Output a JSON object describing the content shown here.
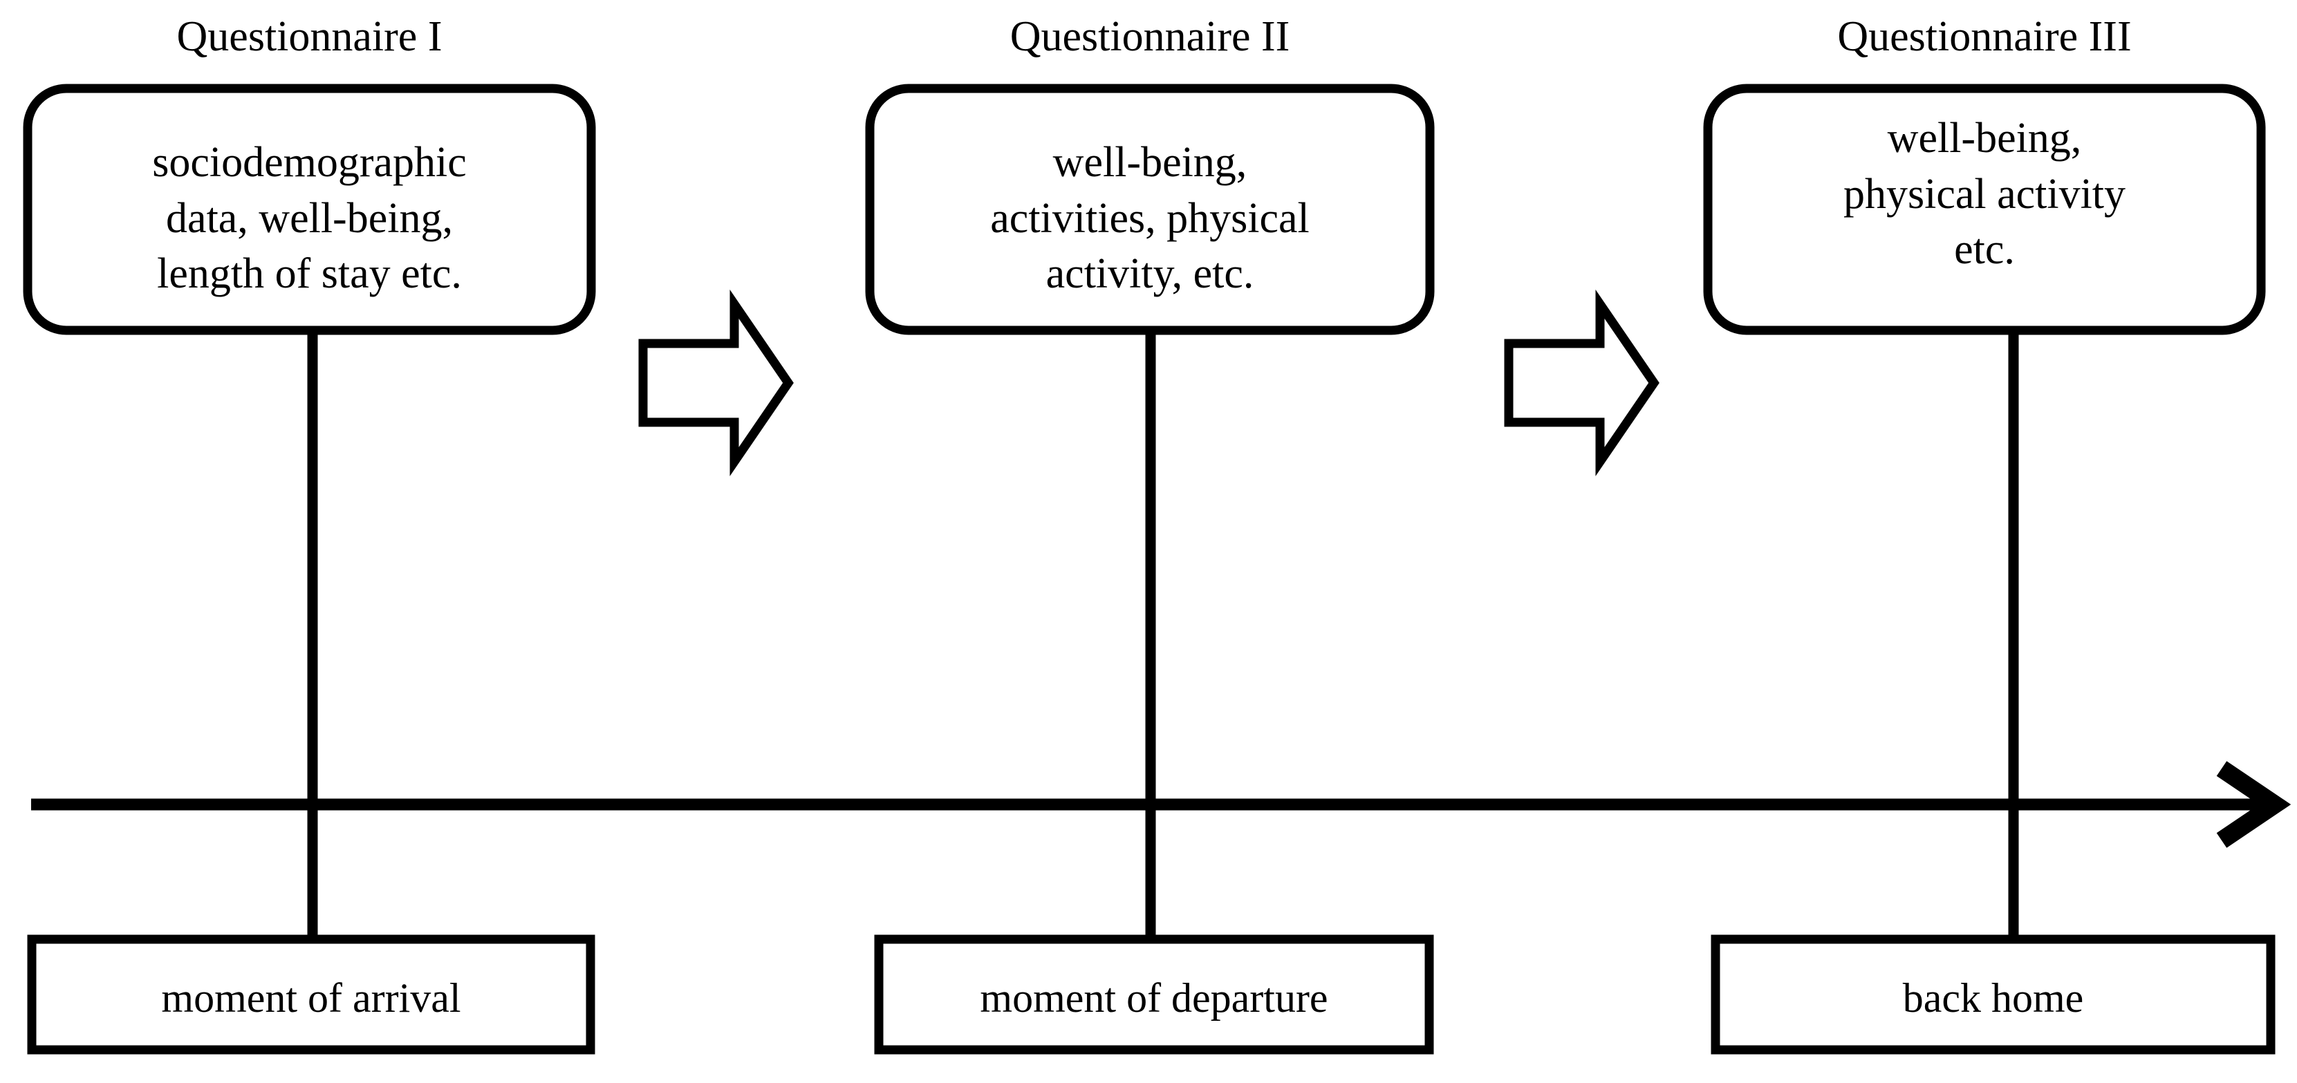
{
  "figure": {
    "kind": "process-timeline-diagram",
    "background_color": "#ffffff",
    "stroke_color": "#000000"
  },
  "stages": [
    {
      "title": "Questionnaire I",
      "body_lines": [
        "sociodemographic",
        "data, well-being,",
        "length of stay etc."
      ],
      "timeline_label": "moment of arrival"
    },
    {
      "title": "Questionnaire II",
      "body_lines": [
        "well-being,",
        "activities, physical",
        "activity, etc."
      ],
      "timeline_label": "moment of departure"
    },
    {
      "title": "Questionnaire III",
      "body_lines": [
        "well-being,",
        "physical activity",
        "etc."
      ],
      "timeline_label": "back home"
    }
  ],
  "connectors": {
    "block_arrow_1": "right-block-arrow",
    "block_arrow_2": "right-block-arrow"
  },
  "timeline": {
    "direction": "left-to-right",
    "arrowhead": "chevron-right"
  }
}
